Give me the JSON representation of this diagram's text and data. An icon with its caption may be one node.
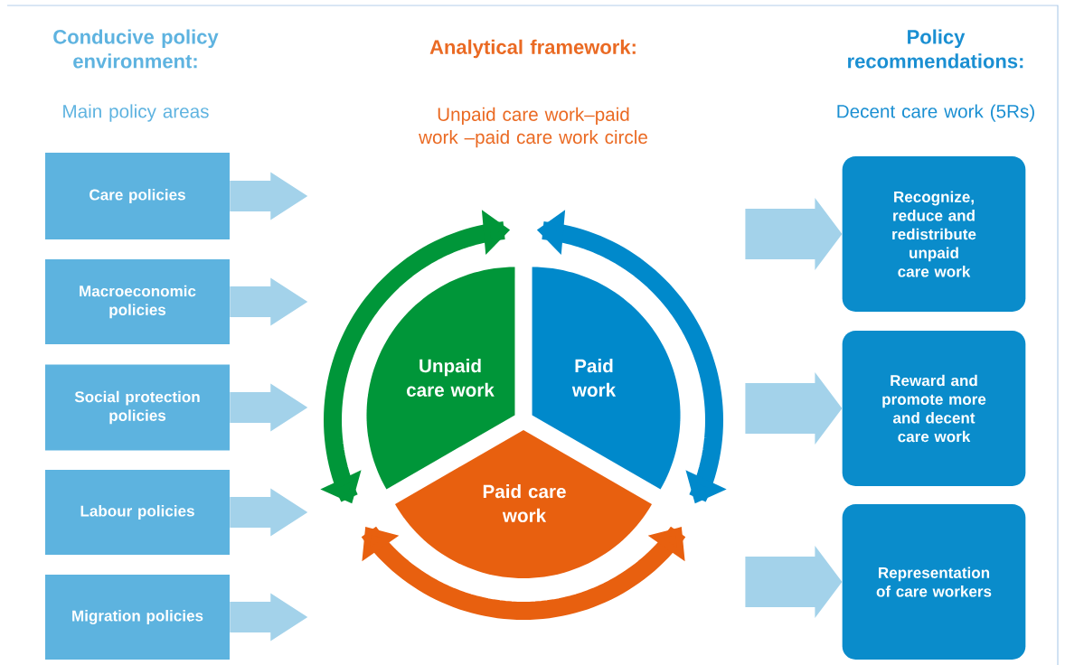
{
  "diagram": {
    "nodes": [
      {
        "text": [
          "Care policies"
        ]
      },
      {
        "text": [
          "Macroeconomic policies"
        ]
      },
      {
        "text": [
          "Social protection policies"
        ]
      },
      {
        "text": [
          "Labour policies"
        ]
      },
      {
        "text": [
          "Migration policies"
        ]
      },
      {
        "text": [
          "Unpaid care work"
        ]
      },
      {
        "text": [
          "Paid work"
        ]
      },
      {
        "text": [
          "Paid care work"
        ]
      },
      {
        "text": [
          "Recognize, reduce and redistribute unpaid care work"
        ]
      },
      {
        "text": [
          "Reward and promote more and decent care work"
        ]
      },
      {
        "text": [
          "Representation of care workers"
        ]
      }
    ],
    "edges": [
      {
        "from": 0,
        "to": null,
        "arrow": "to"
      },
      {
        "from": 1,
        "to": null,
        "arrow": "to"
      },
      {
        "from": 2,
        "to": null,
        "arrow": "to"
      },
      {
        "from": 3,
        "to": null,
        "arrow": "to"
      },
      {
        "from": 4,
        "to": null,
        "arrow": "to"
      },
      {
        "from": null,
        "to": 8,
        "arrow": "to"
      },
      {
        "from": null,
        "to": 9,
        "arrow": "to"
      },
      {
        "from": null,
        "to": 10,
        "arrow": "to"
      }
    ],
    "labels": [
      "Conducive policy environment:",
      "Analytical framework:",
      "Policy recommendations:",
      "Main policy areas",
      "Unpaid care work–paid work –paid care work circle",
      "Decent care work (5Rs)"
    ]
  }
}
